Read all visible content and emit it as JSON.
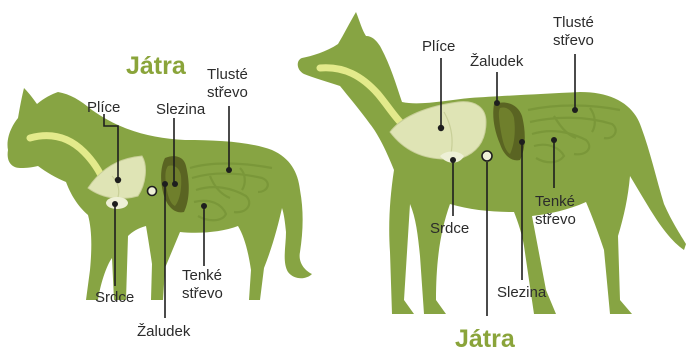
{
  "cat": {
    "label_jatra": "Játra",
    "label_plice": "Plíce",
    "label_slezina": "Slezina",
    "label_tluste_1": "Tlusté",
    "label_tluste_2": "střevo",
    "label_srdce": "Srdce",
    "label_zaludek": "Žaludek",
    "label_tenke_1": "Tenké",
    "label_tenke_2": "střevo"
  },
  "dog": {
    "label_plice": "Plíce",
    "label_zaludek": "Žaludek",
    "label_tluste_1": "Tlusté",
    "label_tluste_2": "střevo",
    "label_srdce": "Srdce",
    "label_tenke_1": "Tenké",
    "label_tenke_2": "střevo",
    "label_slezina": "Slezina",
    "label_jatra": "Játra"
  },
  "colors": {
    "body": "#87a443",
    "body_line": "#7a9739",
    "trachea": "#e3ea8b",
    "lung": "#dfe4b5",
    "heart": "#eef0d6",
    "liver": "#5a6422",
    "stomach": "#6f7f2c",
    "intestine": "#95b152",
    "accent": "#8aa43a"
  }
}
